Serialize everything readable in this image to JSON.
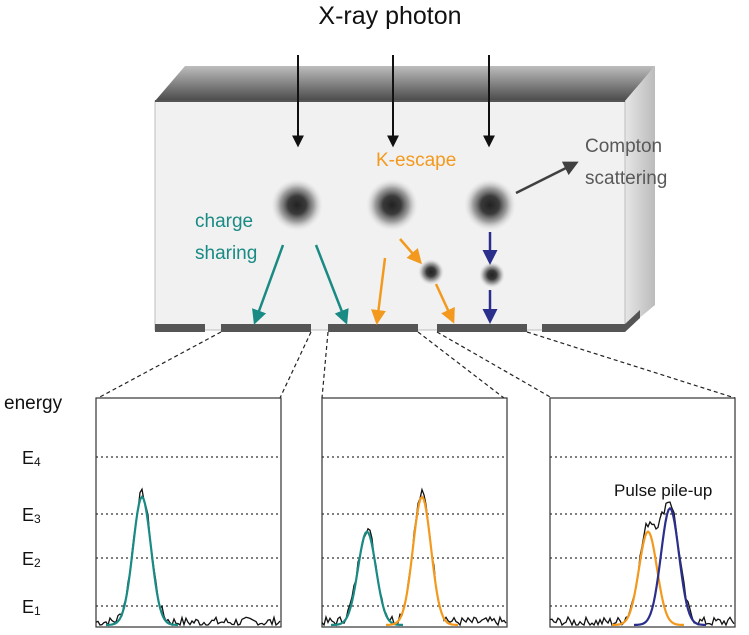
{
  "title": "X-ray photon",
  "labels": {
    "charge_sharing_line1": "charge",
    "charge_sharing_line2": "sharing",
    "k_escape": "K-escape",
    "compton_line1": "Compton",
    "compton_line2": "scattering",
    "pulse_pileup": "Pulse pile-up"
  },
  "energy_axis": {
    "title": "energy",
    "levels": [
      {
        "name": "E",
        "sub": "4",
        "level": 4
      },
      {
        "name": "E",
        "sub": "3",
        "level": 3
      },
      {
        "name": "E",
        "sub": "2",
        "level": 2
      },
      {
        "name": "E",
        "sub": "1",
        "level": 1
      }
    ]
  },
  "colors": {
    "charge_sharing": "#1a8a84",
    "k_escape": "#f39a1e",
    "pileup": "#2b2f8c",
    "noise": "#111111",
    "compton_arrow": "#404040",
    "detector_top": "#555555",
    "detector_face": "#f1f1f1"
  },
  "spectra": [
    {
      "panel": "left",
      "peaks": [
        {
          "series": "charge_sharing",
          "center_energy": 3.3
        }
      ]
    },
    {
      "panel": "middle",
      "peaks": [
        {
          "series": "charge_sharing",
          "center_energy": 2.6
        },
        {
          "series": "k_escape",
          "center_energy": 3.3
        }
      ]
    },
    {
      "panel": "right",
      "peaks": [
        {
          "series": "k_escape",
          "center_energy": 2.6
        },
        {
          "series": "pileup",
          "center_energy": 3.1
        }
      ]
    }
  ]
}
